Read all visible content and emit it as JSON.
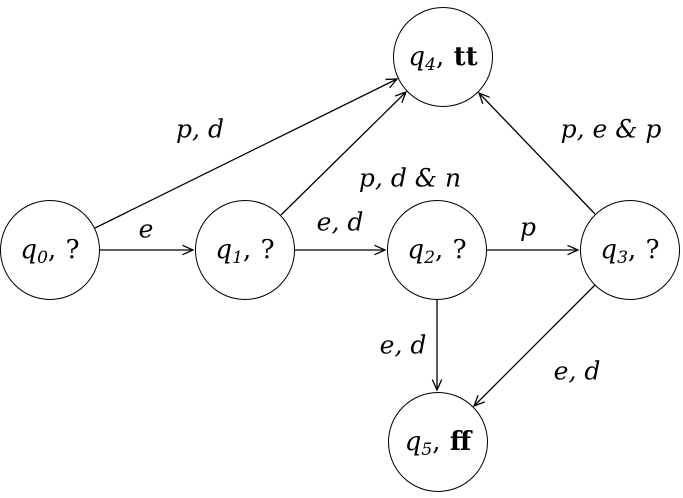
{
  "diagram": {
    "type": "state-transition-graph",
    "background_color": "#ffffff",
    "stroke_color": "#000000",
    "nodes": [
      {
        "id": "q0",
        "var": "q",
        "sub": "0",
        "sep": ",",
        "value": "?",
        "bold": false
      },
      {
        "id": "q1",
        "var": "q",
        "sub": "1",
        "sep": ",",
        "value": "?",
        "bold": false
      },
      {
        "id": "q2",
        "var": "q",
        "sub": "2",
        "sep": ",",
        "value": "?",
        "bold": false
      },
      {
        "id": "q3",
        "var": "q",
        "sub": "3",
        "sep": ",",
        "value": "?",
        "bold": false
      },
      {
        "id": "q4",
        "var": "q",
        "sub": "4",
        "sep": ",",
        "value": "tt",
        "bold": true
      },
      {
        "id": "q5",
        "var": "q",
        "sub": "5",
        "sep": ",",
        "value": "ff",
        "bold": true
      }
    ],
    "edges": [
      {
        "from": "q0",
        "to": "q1",
        "label": "e"
      },
      {
        "from": "q1",
        "to": "q2",
        "label": "e, d"
      },
      {
        "from": "q2",
        "to": "q3",
        "label": "p"
      },
      {
        "from": "q0",
        "to": "q4",
        "label": "p, d"
      },
      {
        "from": "q1",
        "to": "q4",
        "label": "p, d & n"
      },
      {
        "from": "q3",
        "to": "q4",
        "label": "p, e & p"
      },
      {
        "from": "q2",
        "to": "q5",
        "label": "e, d"
      },
      {
        "from": "q3",
        "to": "q5",
        "label": "e, d"
      }
    ]
  }
}
